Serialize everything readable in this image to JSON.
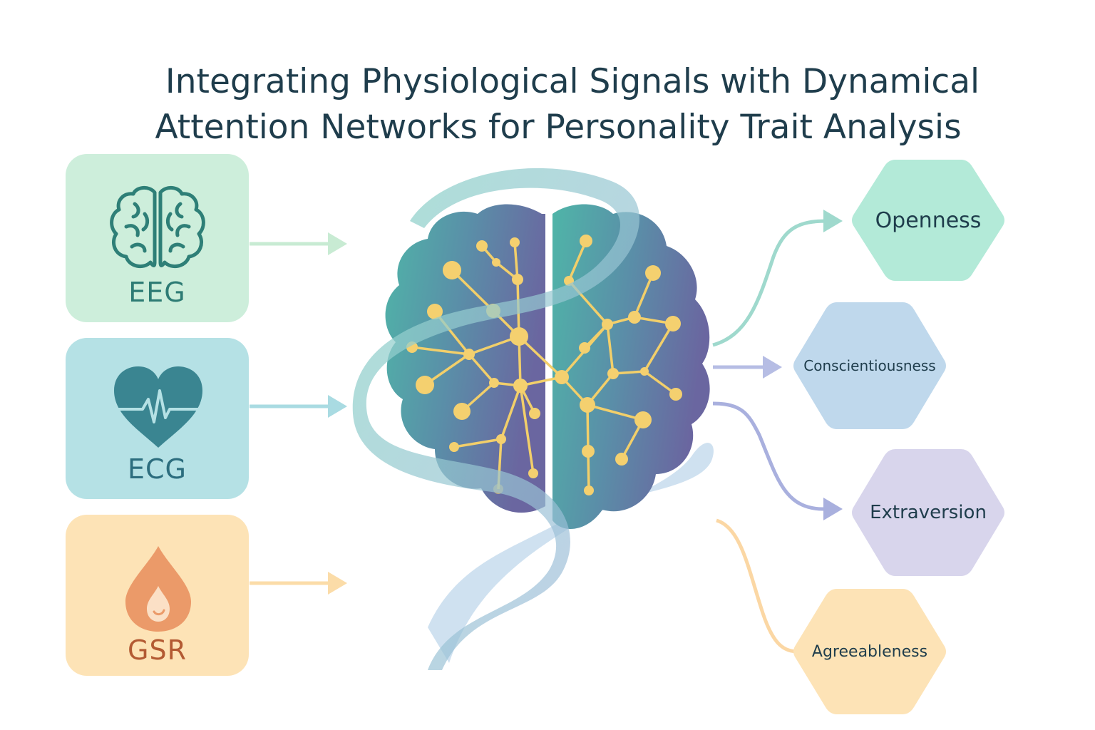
{
  "title": {
    "line1": "Integrating Physiological Signals with Dynamical",
    "line2": "Attention Networks for Personality Trait Analysis"
  },
  "signals": [
    {
      "label": "EEG",
      "icon": "brain-icon",
      "color": "#cdeedb",
      "arrow_color": "#c8ebd3"
    },
    {
      "label": "ECG",
      "icon": "heart-pulse-icon",
      "color": "#b5e1e5",
      "arrow_color": "#a9dbe2"
    },
    {
      "label": "GSR",
      "icon": "drop-icon",
      "color": "#fde3b6",
      "arrow_color": "#fbdca8"
    }
  ],
  "center": {
    "icon": "brain-network-icon"
  },
  "traits": [
    {
      "label": "Openness",
      "color": "#b3ead8",
      "arrow_color": "#9fd9cd"
    },
    {
      "label": "Conscientiousness",
      "color": "#bfd8ec",
      "arrow_color": "#b6bde4"
    },
    {
      "label": "Extraversion",
      "color": "#d8d5ec",
      "arrow_color": "#a9b0de"
    },
    {
      "label": "Agreeableness",
      "color": "#fde3b6",
      "arrow_color": "#fbd7a4"
    }
  ]
}
